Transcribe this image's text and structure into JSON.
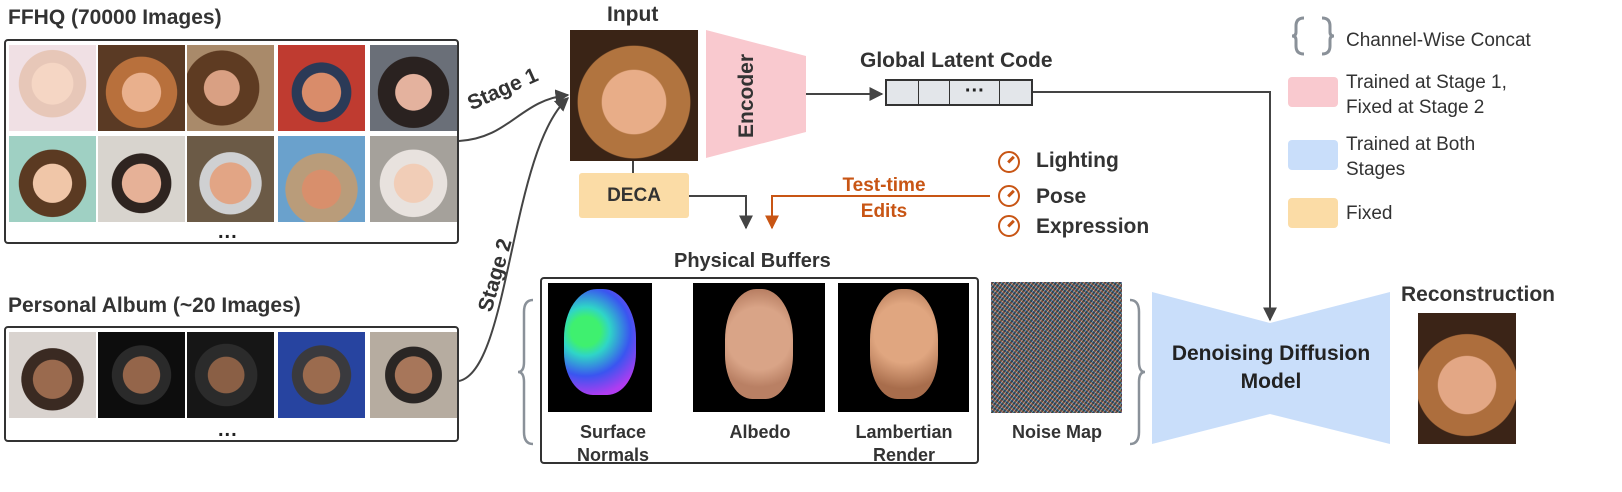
{
  "datasets": {
    "ffhq": {
      "title": "FFHQ (70000 Images)",
      "more": "..."
    },
    "album": {
      "title": "Personal Album (~20 Images)",
      "more": "..."
    }
  },
  "stages": {
    "stage1": "Stage 1",
    "stage2": "Stage 2"
  },
  "input": {
    "title": "Input"
  },
  "encoder": {
    "label": "Encoder"
  },
  "latent": {
    "title": "Global Latent Code",
    "ellipsis": "···"
  },
  "deca": {
    "label": "DECA"
  },
  "edits": {
    "title_line1": "Test-time",
    "title_line2": "Edits",
    "items": [
      "Lighting",
      "Pose",
      "Expression"
    ]
  },
  "buffers": {
    "title": "Physical Buffers",
    "items": [
      {
        "line1": "Surface",
        "line2": "Normals"
      },
      {
        "line1": "Albedo",
        "line2": ""
      },
      {
        "line1": "Lambertian",
        "line2": "Render"
      }
    ],
    "noise": "Noise Map"
  },
  "model": {
    "line1": "Denoising Diffusion",
    "line2": "Model"
  },
  "reconstruction": {
    "title": "Reconstruction"
  },
  "legend": {
    "concat": "Channel-Wise Concat",
    "stage1_line1": "Trained at Stage 1,",
    "stage1_line2": "Fixed at Stage 2",
    "both_line1": "Trained at Both",
    "both_line2": "Stages",
    "fixed": "Fixed"
  },
  "colors": {
    "encoder_pink": "#f9c9cf",
    "model_blue": "#c9defa",
    "deca_orange": "#fbdca6",
    "edits_orange": "#c85514",
    "arrow_gray": "#444444"
  },
  "icons": {
    "edit_dial": "dial-icon",
    "concat_brace": "brace-icon"
  }
}
